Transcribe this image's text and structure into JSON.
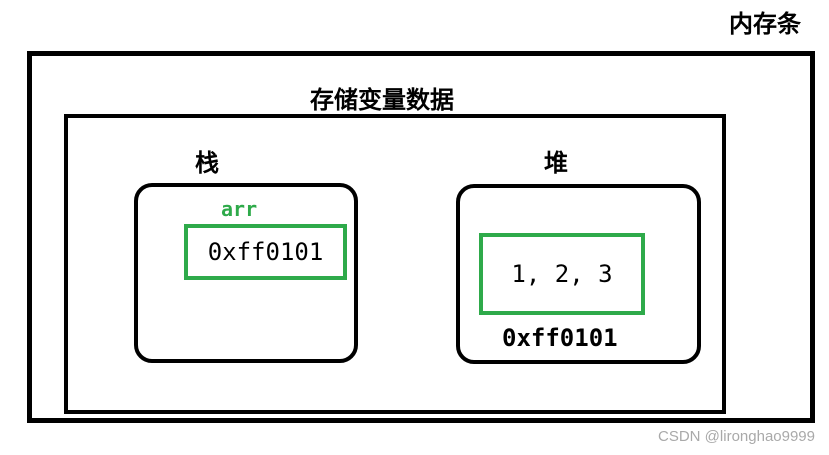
{
  "labels": {
    "memory": "内存条",
    "storage": "存储变量数据",
    "stack": "栈",
    "heap": "堆"
  },
  "stack": {
    "variable_name": "arr",
    "value": "0xff0101"
  },
  "heap": {
    "values": "1, 2, 3",
    "address": "0xff0101"
  },
  "watermark": "CSDN @lironghao9999",
  "colors": {
    "highlight": "#2eaa4a",
    "border": "#000000",
    "watermark": "#a9a9a9"
  }
}
